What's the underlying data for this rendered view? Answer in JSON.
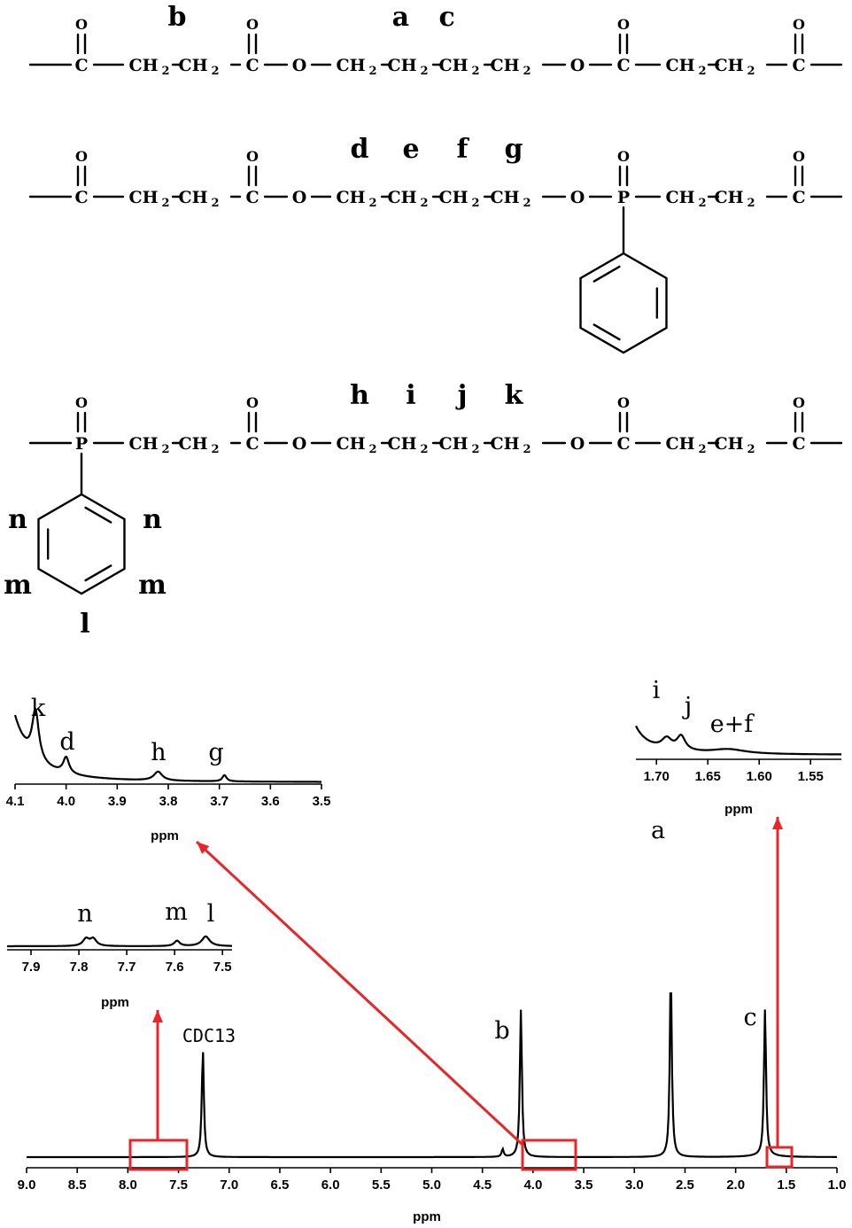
{
  "structures": [
    {
      "atoms": [
        "C",
        "CH2",
        "CH2",
        "C",
        "O",
        "CH2",
        "CH2",
        "CH2",
        "CH2",
        "O",
        "C",
        "CH2",
        "CH2",
        "C"
      ],
      "labels": [
        {
          "text": "b",
          "atom": 1.5
        },
        {
          "text": "a",
          "atom": 5.8
        },
        {
          "text": "c",
          "atom": 6.7
        }
      ]
    },
    {
      "atoms": [
        "C",
        "CH2",
        "CH2",
        "C",
        "O",
        "CH2",
        "CH2",
        "CH2",
        "CH2",
        "O",
        "P",
        "CH2",
        "CH2",
        "C"
      ],
      "labels": [
        {
          "text": "d",
          "atom": 5
        },
        {
          "text": "e",
          "atom": 6
        },
        {
          "text": "f",
          "atom": 7
        },
        {
          "text": "g",
          "atom": 8
        }
      ]
    },
    {
      "atoms": [
        "P",
        "CH2",
        "CH2",
        "C",
        "O",
        "CH2",
        "CH2",
        "CH2",
        "CH2",
        "O",
        "C",
        "CH2",
        "CH2",
        "C"
      ],
      "labels": [
        {
          "text": "h",
          "atom": 5
        },
        {
          "text": "i",
          "atom": 6
        },
        {
          "text": "j",
          "atom": 7
        },
        {
          "text": "k",
          "atom": 8
        }
      ],
      "ring_labels": [
        "n",
        "n",
        "m",
        "m",
        "l"
      ]
    }
  ],
  "chart_data": [
    {
      "type": "line",
      "xlabel": "ppm",
      "xlim": [
        9.0,
        1.0
      ],
      "x_reversed": true,
      "ticks": [
        "9.0",
        "8.5",
        "8.0",
        "7.5",
        "7.0",
        "6.5",
        "6.0",
        "5.5",
        "5.0",
        "4.5",
        "4.0",
        "3.5",
        "3.0",
        "2.5",
        "2.0",
        "1.5",
        "1.0"
      ],
      "peaks": [
        {
          "x": 7.26,
          "height": 0.7,
          "label": "CDC13"
        },
        {
          "x": 4.12,
          "height": 0.95,
          "label": "b"
        },
        {
          "x": 2.64,
          "height": 1.2,
          "label": "a"
        },
        {
          "x": 1.71,
          "height": 0.95,
          "label": "c"
        },
        {
          "x": 4.3,
          "height": 0.05,
          "label": ""
        }
      ]
    },
    {
      "type": "line",
      "xlabel": "ppm",
      "xlim": [
        4.1,
        3.5
      ],
      "x_reversed": true,
      "ticks": [
        "4.1",
        "4.0",
        "3.9",
        "3.8",
        "3.7",
        "3.6",
        "3.5"
      ],
      "peaks": [
        {
          "x": 4.06,
          "label": "k"
        },
        {
          "x": 4.0,
          "label": "d"
        },
        {
          "x": 3.82,
          "label": "h"
        },
        {
          "x": 3.69,
          "label": "g"
        }
      ]
    },
    {
      "type": "line",
      "xlabel": "ppm",
      "xlim": [
        7.95,
        7.48
      ],
      "x_reversed": true,
      "ticks": [
        "7.9",
        "7.8",
        "7.7",
        "7.6",
        "7.5"
      ],
      "peaks": [
        {
          "x": 7.78,
          "label": "n"
        },
        {
          "x": 7.59,
          "label": "m"
        },
        {
          "x": 7.53,
          "label": "l"
        }
      ]
    },
    {
      "type": "line",
      "xlabel": "ppm",
      "xlim": [
        1.72,
        1.52
      ],
      "x_reversed": true,
      "ticks": [
        "1.70",
        "1.65",
        "1.60",
        "1.55"
      ],
      "peaks": [
        {
          "x": 1.69,
          "label": "i"
        },
        {
          "x": 1.675,
          "label": "j"
        },
        {
          "x": 1.63,
          "label": "e+f"
        }
      ]
    }
  ],
  "colors": {
    "arrow": "#e8262a",
    "line": "#000000"
  }
}
